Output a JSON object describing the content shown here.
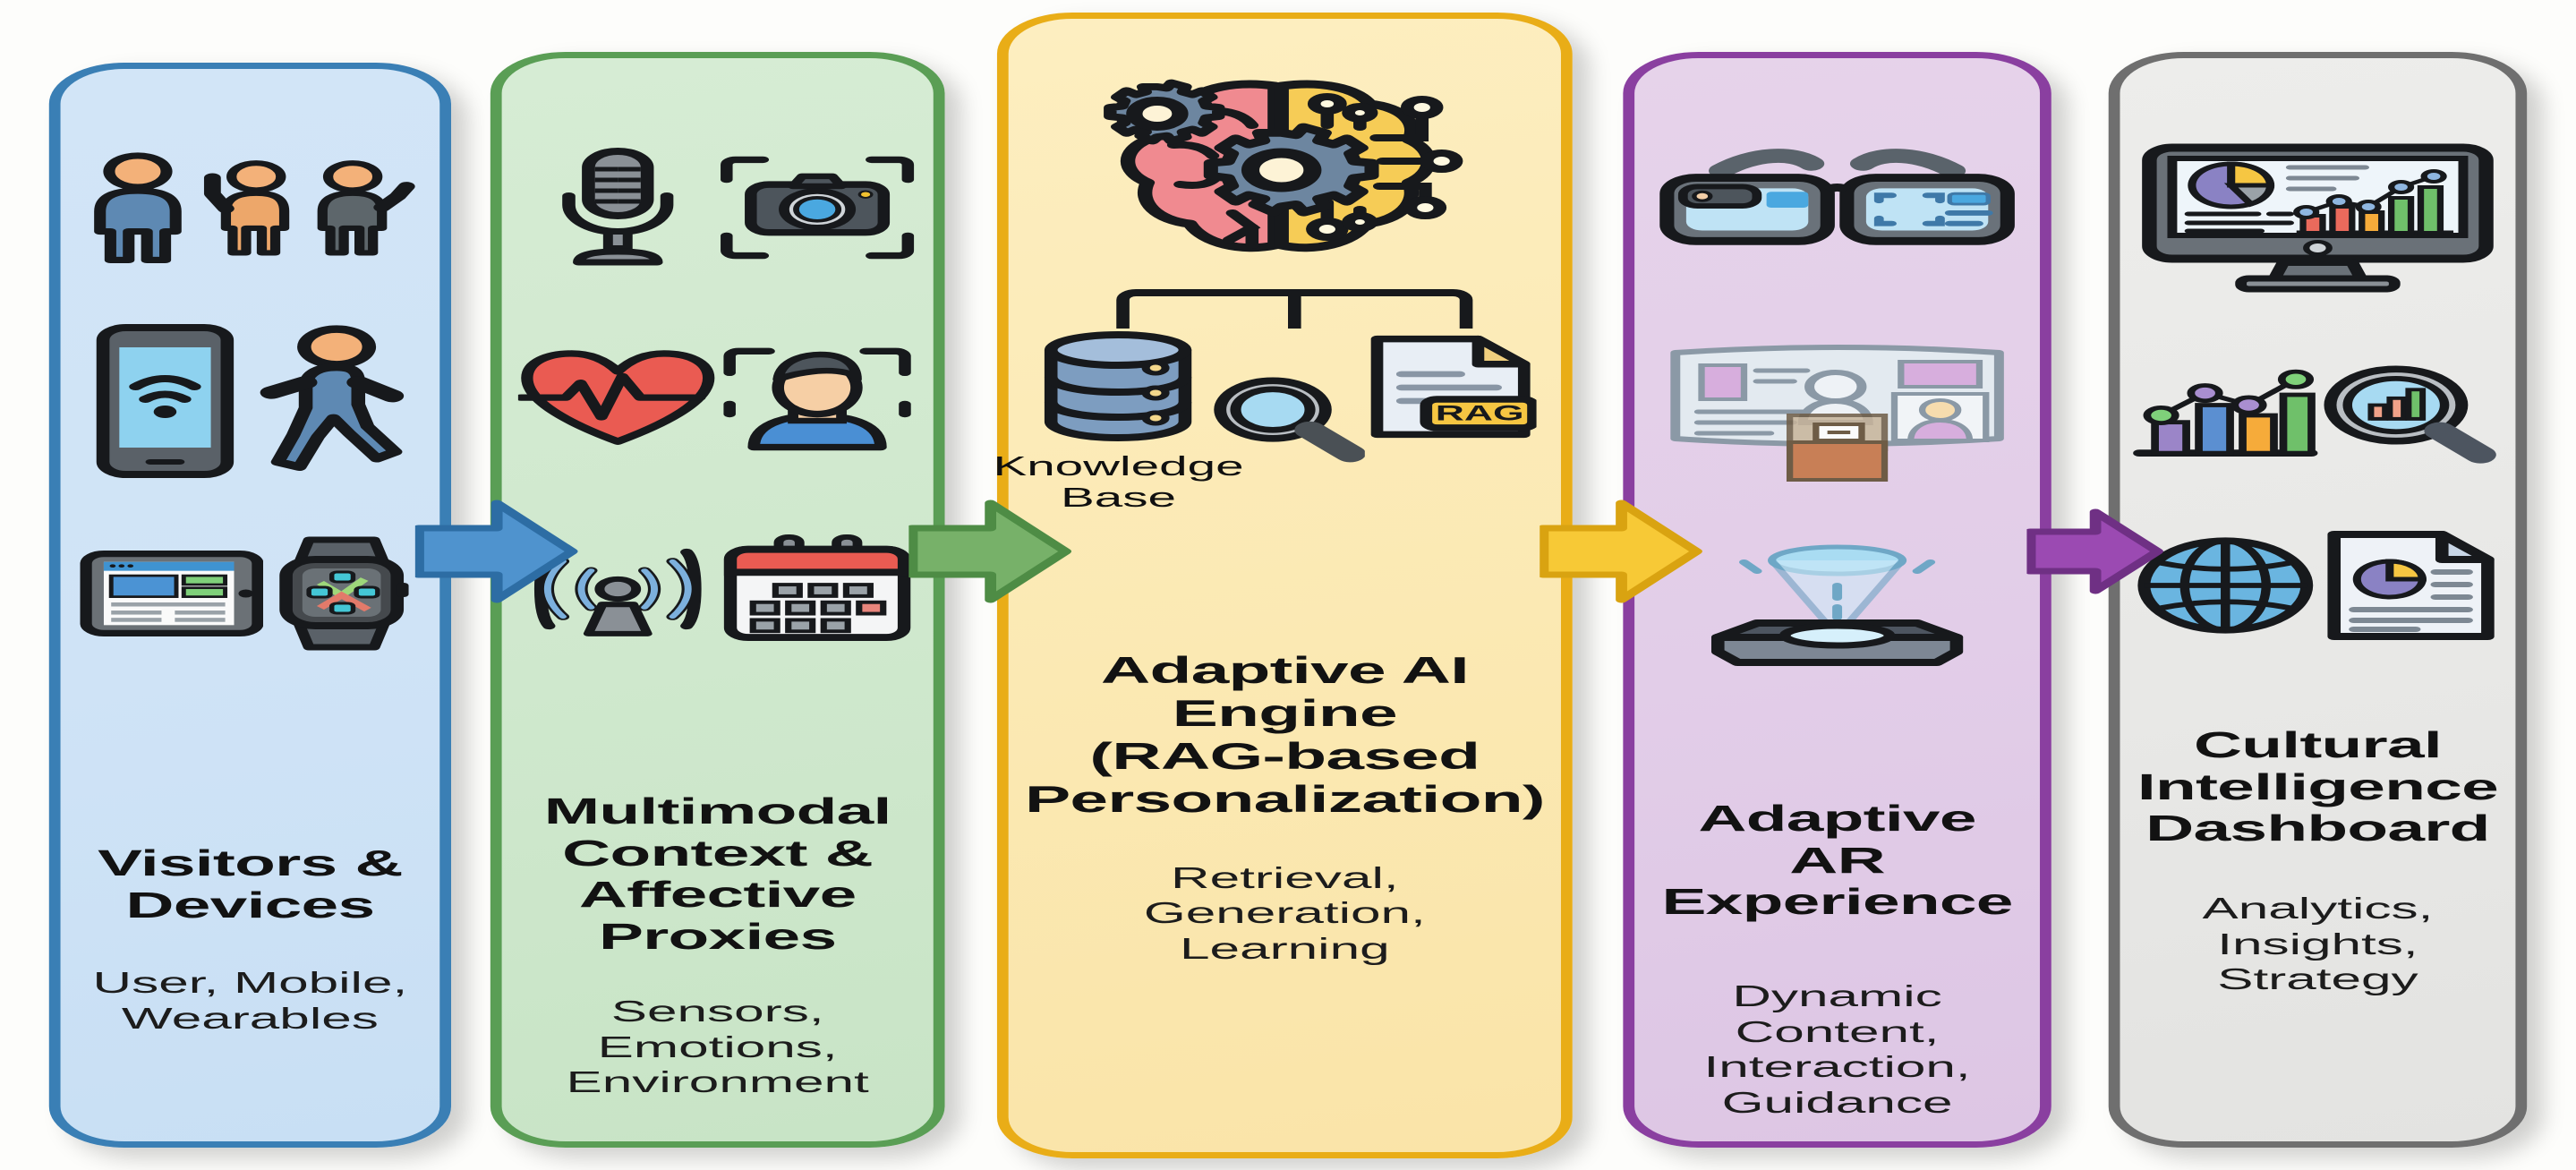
{
  "diagram": {
    "type": "horizontal-pipeline-flow",
    "panel_count": 5,
    "arrow_count": 4
  },
  "panels": [
    {
      "id": "visitors",
      "title": "Visitors &\nDevices",
      "subtitle": "User, Mobile,\nWearables",
      "fill": "#cfe3f6",
      "border": "#3a7fb5",
      "icons": [
        "person-standing-blue-icon",
        "person-waving-orange-icon",
        "person-gesturing-gray-icon",
        "smartphone-wifi-icon",
        "person-walking-icon",
        "tablet-icon",
        "smartwatch-icon"
      ]
    },
    {
      "id": "context",
      "title": "Multimodal\nContext &\nAffective Proxies",
      "subtitle": "Sensors, Emotions,\nEnvironment",
      "fill": "#cfe8cd",
      "border": "#5a9e55",
      "icons": [
        "microphone-icon",
        "camera-scan-icon",
        "heart-pulse-icon",
        "face-recognition-icon",
        "signal-beacon-icon",
        "calendar-icon"
      ]
    },
    {
      "id": "engine",
      "title": "Adaptive AI Engine\n(RAG-based\nPersonalization)",
      "subtitle": "Retrieval, Generation,\nLearning",
      "fill": "#fbe9b3",
      "border": "#e9ad17",
      "icons": [
        "brain-gears-circuit-icon",
        "database-icon",
        "magnifier-icon",
        "rag-document-icon"
      ],
      "inner_labels": {
        "knowledge_base": "Knowledge\nBase",
        "rag_badge": "RAG"
      }
    },
    {
      "id": "ar",
      "title": "Adaptive AR\nExperience",
      "subtitle": "Dynamic Content,\nInteraction, Guidance",
      "fill": "#e2cde8",
      "border": "#8a3fa0",
      "icons": [
        "ar-smart-glasses-icon",
        "ar-content-panel-icon",
        "hologram-projector-icon"
      ]
    },
    {
      "id": "dashboard",
      "title": "Cultural\nIntelligence\nDashboard",
      "subtitle": "Analytics, Insights,\nStrategy",
      "fill": "#e8e8e6",
      "border": "#6f6f6f",
      "icons": [
        "monitor-analytics-icon",
        "bar-line-chart-icon",
        "magnifier-chart-icon",
        "globe-icon",
        "report-document-icon"
      ]
    }
  ],
  "arrows": [
    {
      "id": "arrow-1",
      "from": "visitors",
      "to": "context",
      "color": "#3f86c4",
      "stroke": "#2d6da4"
    },
    {
      "id": "arrow-2",
      "from": "context",
      "to": "engine",
      "color": "#6aaa5e",
      "stroke": "#4e8c45"
    },
    {
      "id": "arrow-3",
      "from": "engine",
      "to": "ar",
      "color": "#f4c22c",
      "stroke": "#d9a311"
    },
    {
      "id": "arrow-4",
      "from": "ar",
      "to": "dashboard",
      "color": "#8e43a6",
      "stroke": "#6f3084"
    }
  ],
  "colors": {
    "background": "#fdfdfb",
    "text": "#121212",
    "outline": "#17191c"
  }
}
